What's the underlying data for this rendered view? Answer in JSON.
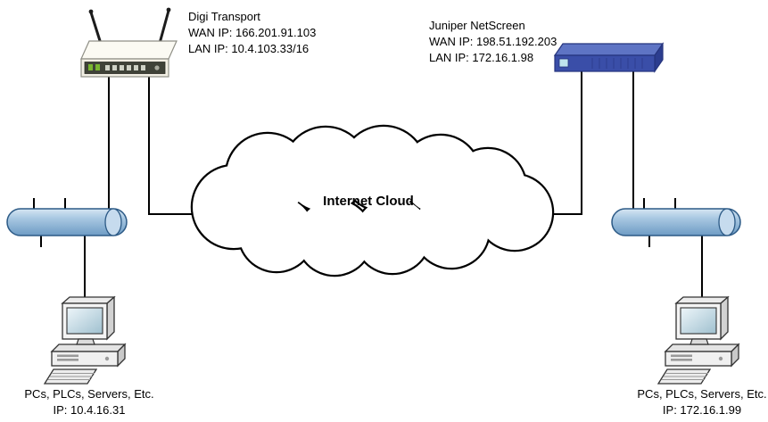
{
  "diagram": {
    "cloud": {
      "label": "Internet Cloud"
    },
    "digi": {
      "name": "Digi Transport",
      "wan": "WAN IP: 166.201.91.103",
      "lan": "LAN IP: 10.4.103.33/16"
    },
    "juniper": {
      "name": "Juniper NetScreen",
      "wan": "WAN IP: 198.51.192.203",
      "lan": "LAN IP: 172.16.1.98"
    },
    "left_lan": {
      "caption": "PCs, PLCs, Servers, Etc.",
      "ip": "IP: 10.4.16.31"
    },
    "right_lan": {
      "caption": "PCs, PLCs, Servers, Etc.",
      "ip": "IP: 172.16.1.99"
    },
    "colors": {
      "line": "#000000",
      "bus_fill": "#9dbfdd",
      "bus_stroke": "#2c5a86",
      "juniper_blue": "#3a4ea8",
      "router_body": "#f2efe4",
      "cloud_fill": "#ffffff"
    }
  }
}
